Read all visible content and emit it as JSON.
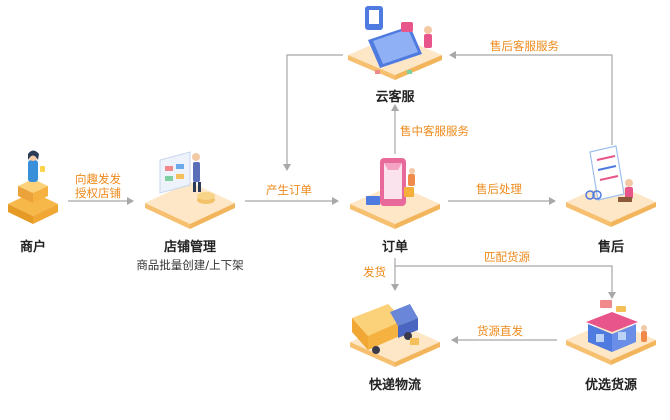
{
  "nodes": {
    "merchant": {
      "label": "商户"
    },
    "store": {
      "label": "店铺管理",
      "sub": "商品批量创建/上下架"
    },
    "cloud_service": {
      "label": "云客服"
    },
    "order": {
      "label": "订单"
    },
    "after_sales": {
      "label": "售后"
    },
    "express": {
      "label": "快递物流"
    },
    "supply": {
      "label": "优选货源"
    }
  },
  "edges": {
    "merchant_store_1": "向趣发发",
    "merchant_store_2": "授权店铺",
    "store_order": "产生订单",
    "order_cloud": "售中客服服务",
    "aftersales_cloud": "售后客服服务",
    "order_aftersales": "售后处理",
    "order_supply": "匹配货源",
    "order_express": "发货",
    "supply_express": "货源直发"
  },
  "colors": {
    "accent": "#ee8a1c",
    "arrow": "#a8a8a8",
    "platform": "#fde7c6",
    "platform_edge": "#f6c070"
  }
}
